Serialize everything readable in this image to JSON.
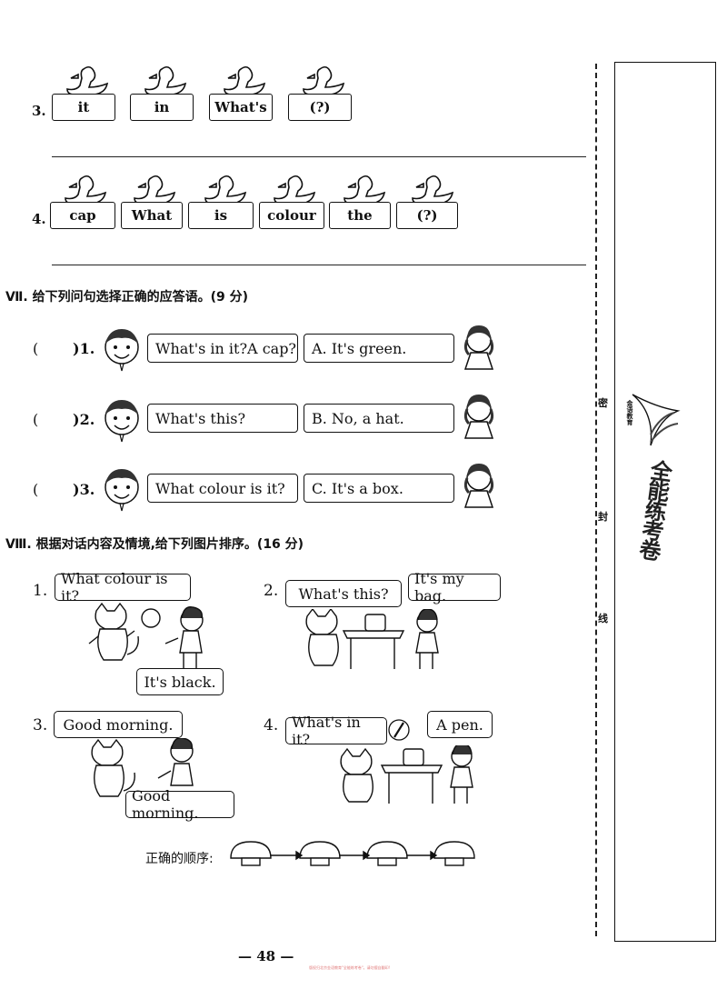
{
  "q3": {
    "number": "3.",
    "words": [
      "it",
      "in",
      "What's",
      "(?)"
    ]
  },
  "q4": {
    "number": "4.",
    "words": [
      "cap",
      "What",
      "is",
      "colour",
      "the",
      "(?)"
    ]
  },
  "section7": {
    "title": "Ⅶ. 给下列问句选择正确的应答语。(9 分)",
    "items": [
      {
        "paren": "(",
        "close": ")1.",
        "question": "What's in it?A cap?",
        "answer": "A. It's green."
      },
      {
        "paren": "(",
        "close": ")2.",
        "question": "What's this?",
        "answer": "B. No, a hat."
      },
      {
        "paren": "(",
        "close": ")3.",
        "question": "What colour is it?",
        "answer": "C. It's a box."
      }
    ]
  },
  "section8": {
    "title": "Ⅷ. 根据对话内容及情境,给下列图片排序。(16 分)",
    "pictures": [
      {
        "num": "1.",
        "line1": "What colour is it?",
        "line2": "It's black."
      },
      {
        "num": "2.",
        "line1": "What's this?",
        "line2": "It's my bag."
      },
      {
        "num": "3.",
        "line1": "Good morning.",
        "line2": "Good morning."
      },
      {
        "num": "4.",
        "line1": "What's in it?",
        "line2": "A pen."
      }
    ],
    "order_label": "正确的顺序:"
  },
  "sidebar": {
    "chars": [
      "密",
      "封",
      "线"
    ],
    "brand": "全能练考卷",
    "logo_text": "金语教育"
  },
  "page_number": "— 48 —",
  "footer_note": "版权归北京金语教育\"全能练考卷\"。请勿擅自翻印!"
}
